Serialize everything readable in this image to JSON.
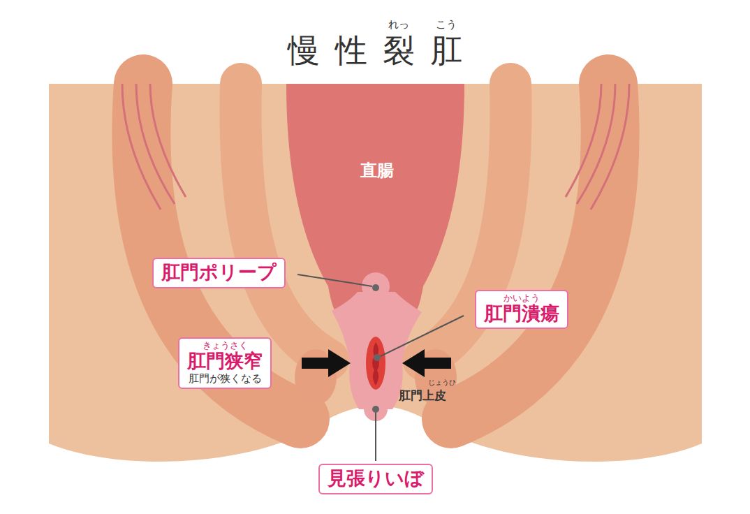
{
  "diagram": {
    "title": "慢性裂肛",
    "nodes": [
      {
        "text": [
          "肛門ポリープ"
        ]
      },
      {
        "text": [
          "かいよう",
          "肛門潰瘍"
        ]
      },
      {
        "text": [
          "きょうさく",
          "肛門狭窄",
          "肛門が狭くなる"
        ]
      },
      {
        "text": [
          "見張りいぼ"
        ]
      }
    ],
    "labels": [
      "れっ",
      "こう",
      "直腸",
      "じょうひ",
      "肛門上皮"
    ]
  }
}
